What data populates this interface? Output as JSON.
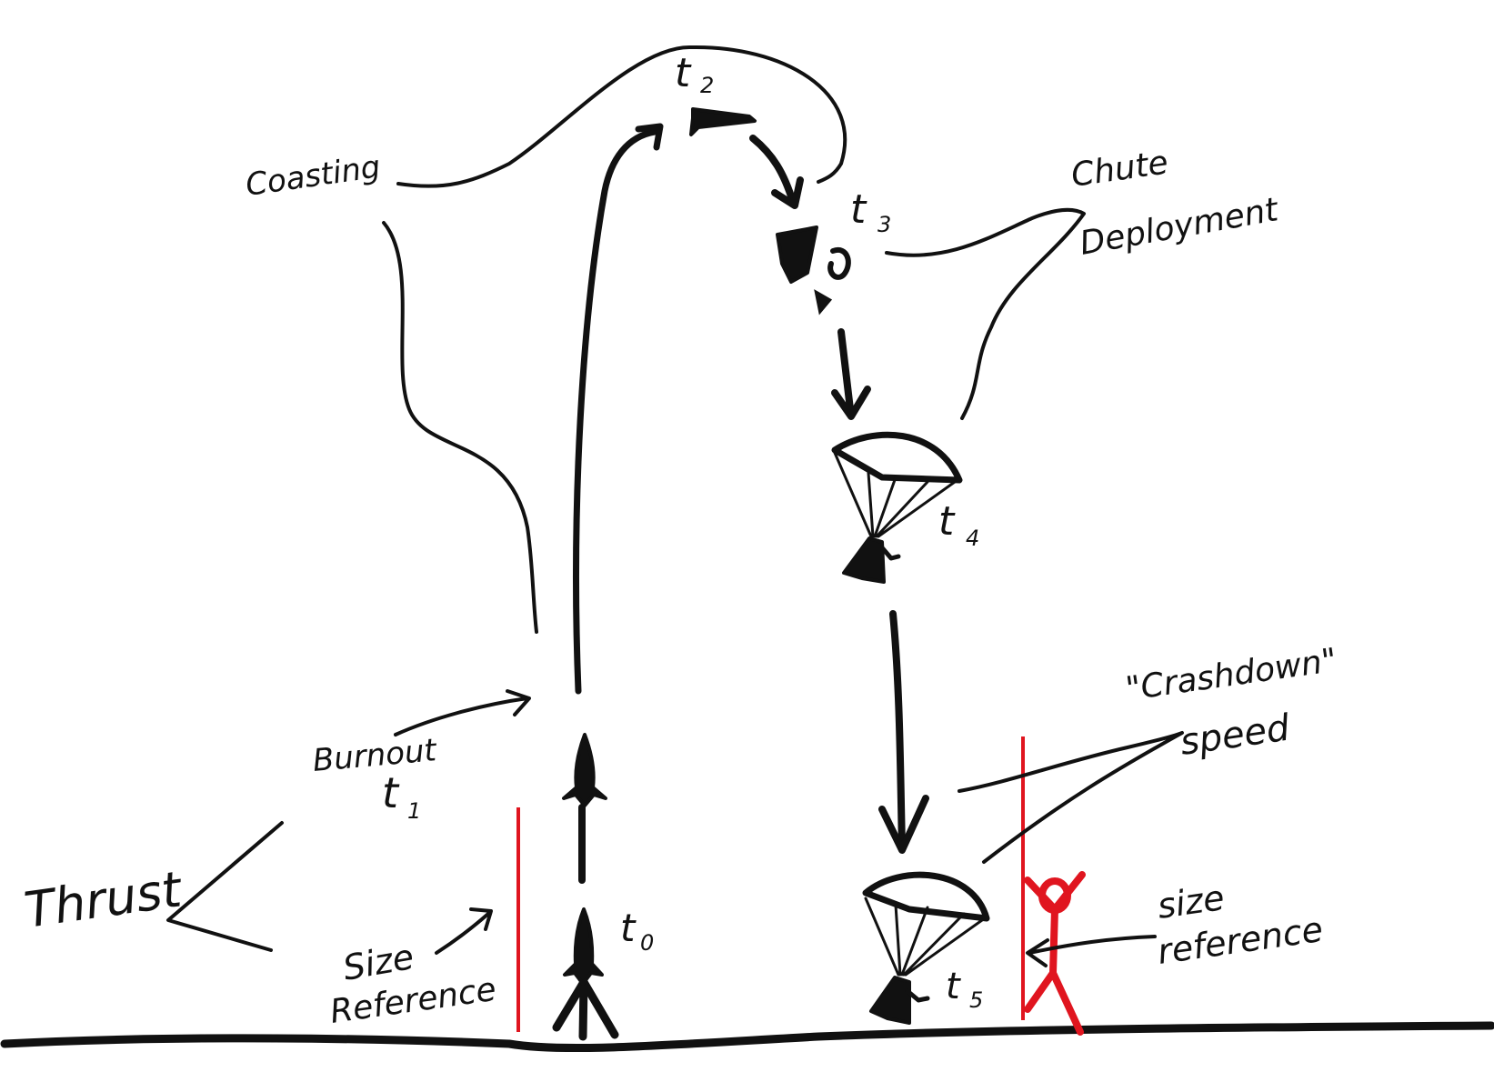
{
  "labels": {
    "coasting": "Coasting",
    "chute_line1": "Chute",
    "chute_line2": "Deployment",
    "crashdown_line1": "\"Crashdown\"",
    "crashdown_line2": "speed",
    "burnout": "Burnout",
    "thrust": "Thrust",
    "size_reference_left_line1": "Size",
    "size_reference_left_line2": "Reference",
    "size_reference_right_line1": "size",
    "size_reference_right_line2": "reference"
  },
  "times": {
    "t0": {
      "base": "t",
      "sub": "0"
    },
    "t1": {
      "base": "t",
      "sub": "1"
    },
    "t2": {
      "base": "t",
      "sub": "2"
    },
    "t3": {
      "base": "t",
      "sub": "3"
    },
    "t4": {
      "base": "t",
      "sub": "4"
    },
    "t5": {
      "base": "t",
      "sub": "5"
    }
  },
  "colors": {
    "ink": "#111111",
    "reference": "#e0151f"
  }
}
